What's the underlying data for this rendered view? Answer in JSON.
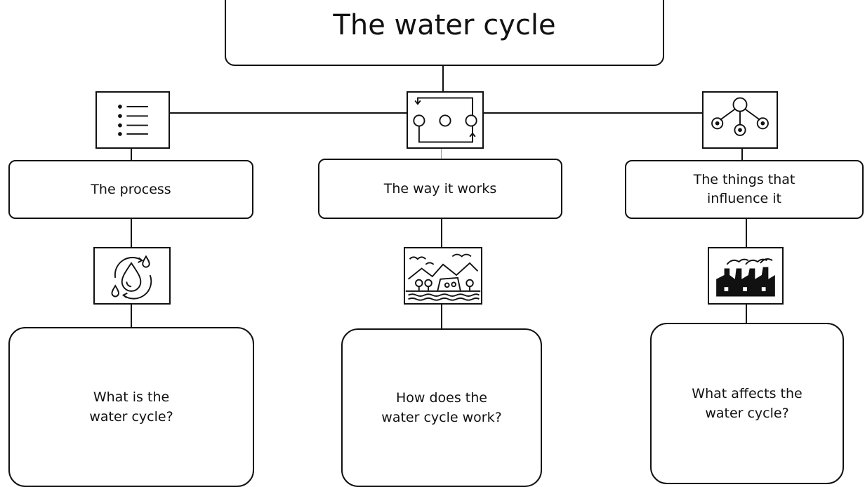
{
  "title": "The water cycle",
  "branches": [
    {
      "icon": "list-icon",
      "label": "The process",
      "question": "What is the\nwater cycle?"
    },
    {
      "icon": "cycle-process-icon",
      "label": "The way it works",
      "question": "How does the\nwater cycle work?"
    },
    {
      "icon": "network-icon",
      "label": "The things that\ninfluence it",
      "question": "What affects the\nwater cycle?"
    }
  ],
  "secondary_icons": [
    "water-drop-cycle-icon",
    "landscape-icon",
    "factory-icon"
  ]
}
